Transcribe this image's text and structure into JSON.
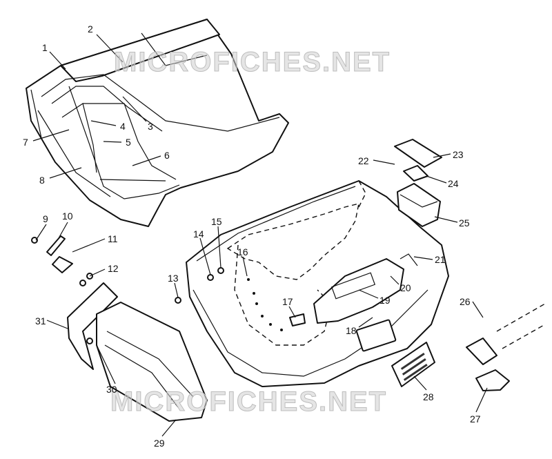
{
  "watermark": "MICROFICHES.NET",
  "callouts": [
    "1",
    "2",
    "3",
    "4",
    "5",
    "6",
    "7",
    "8",
    "9",
    "10",
    "11",
    "12",
    "13",
    "14",
    "15",
    "16",
    "17",
    "18",
    "19",
    "20",
    "21",
    "22",
    "23",
    "24",
    "25",
    "26",
    "27",
    "28",
    "29",
    "30",
    "31"
  ]
}
